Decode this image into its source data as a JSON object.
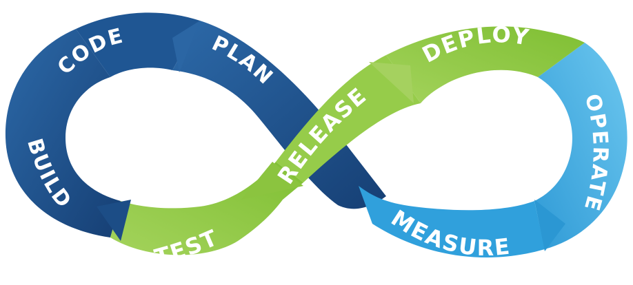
{
  "stages": [
    {
      "id": "plan",
      "label": "PLAN"
    },
    {
      "id": "code",
      "label": "CODE"
    },
    {
      "id": "build",
      "label": "BUILD"
    },
    {
      "id": "test",
      "label": "TEST"
    },
    {
      "id": "release",
      "label": "RELEASE"
    },
    {
      "id": "deploy",
      "label": "DEPLOY"
    },
    {
      "id": "operate",
      "label": "OPERATE"
    },
    {
      "id": "measure",
      "label": "MEASURE"
    }
  ],
  "colors": {
    "dark_blue": "#1b4f8a",
    "mid_blue": "#2e6cab",
    "green": "#8cc63f",
    "light_green": "#a9d46a",
    "light_blue": "#5dbbe8",
    "cyan": "#34a8df",
    "label": "#ffffff"
  }
}
